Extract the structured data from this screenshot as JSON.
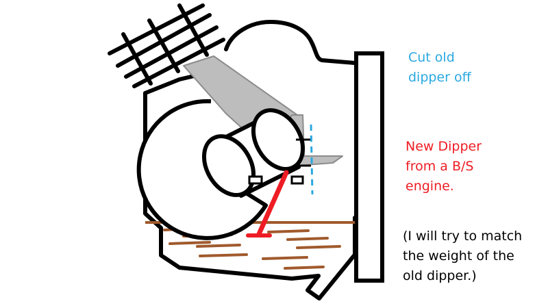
{
  "colors": {
    "outline": "#000000",
    "dipper_old": "#bdbdbd",
    "dipper_old_edge": "#8c8c8c",
    "cut_line": "#29a8e0",
    "new_dipper": "#ee1c24",
    "oil": "#a05a2c",
    "background": "#ffffff"
  },
  "annotations": {
    "cut_old_dipper": {
      "lines": [
        "Cut old",
        "dipper off"
      ],
      "color": "#29a8e0"
    },
    "new_dipper": {
      "lines": [
        "New Dipper",
        "from a B/S",
        "engine."
      ],
      "color": "#ee1c24"
    },
    "weight_note": {
      "lines": [
        "(I will try to match",
        "the weight of the",
        "old dipper.)"
      ],
      "color": "#000000"
    }
  }
}
